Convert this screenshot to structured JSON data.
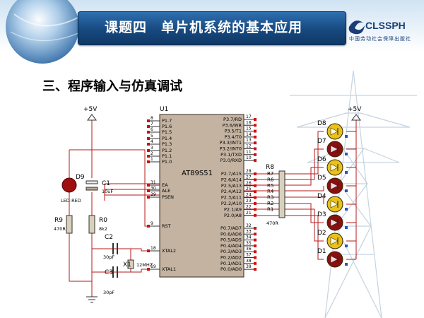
{
  "header": {
    "title": "课题四　单片机系统的基本应用",
    "logo_text": "CLSSPH",
    "logo_subtitle": "中国劳动社会保障出版社"
  },
  "section": {
    "heading": "三、程序输入与仿真调试"
  },
  "circuit": {
    "vcc_left": "+5V",
    "vcc_right": "+5V",
    "chip": {
      "ref": "U1",
      "part": "AT89S51",
      "left_pins": [
        {
          "num": "8",
          "label": "P1.7"
        },
        {
          "num": "7",
          "label": "P1.6"
        },
        {
          "num": "6",
          "label": "P1.5"
        },
        {
          "num": "5",
          "label": "P1.4"
        },
        {
          "num": "4",
          "label": "P1.3"
        },
        {
          "num": "3",
          "label": "P1.2"
        },
        {
          "num": "2",
          "label": "P1.1"
        },
        {
          "num": "1",
          "label": "P1.0"
        },
        {
          "num": "31",
          "label": "EA"
        },
        {
          "num": "30",
          "label": "ALE"
        },
        {
          "num": "29",
          "label": "PSEN"
        },
        {
          "num": "9",
          "label": "RST"
        },
        {
          "num": "18",
          "label": "XTAL2"
        },
        {
          "num": "19",
          "label": "XTAL1"
        }
      ],
      "right_top_pins": [
        {
          "num": "17",
          "label": "P3.7/RD"
        },
        {
          "num": "16",
          "label": "P3.6/WR"
        },
        {
          "num": "15",
          "label": "P3.5/T1"
        },
        {
          "num": "14",
          "label": "P3.4/T0"
        },
        {
          "num": "13",
          "label": "P3.3/INT1"
        },
        {
          "num": "12",
          "label": "P3.2/INT0"
        },
        {
          "num": "11",
          "label": "P3.1/TXD"
        },
        {
          "num": "10",
          "label": "P3.0/RXD"
        }
      ],
      "right_mid_pins": [
        {
          "num": "28",
          "label": "P2.7/A15"
        },
        {
          "num": "27",
          "label": "P2.6/A14"
        },
        {
          "num": "26",
          "label": "P2.5/A13"
        },
        {
          "num": "25",
          "label": "P2.4/A12"
        },
        {
          "num": "24",
          "label": "P2.3/A11"
        },
        {
          "num": "23",
          "label": "P2.2/A10"
        },
        {
          "num": "22",
          "label": "P2.1/A9"
        },
        {
          "num": "21",
          "label": "P2.0/A8"
        }
      ],
      "right_bot_pins": [
        {
          "num": "32",
          "label": "P0.7/AD7"
        },
        {
          "num": "33",
          "label": "P0.6/AD6"
        },
        {
          "num": "34",
          "label": "P0.5/AD5"
        },
        {
          "num": "35",
          "label": "P0.4/AD4"
        },
        {
          "num": "36",
          "label": "P0.3/AD3"
        },
        {
          "num": "37",
          "label": "P0.2/AD2"
        },
        {
          "num": "38",
          "label": "P0.1/AD1"
        },
        {
          "num": "39",
          "label": "P0.0/AD0"
        }
      ]
    },
    "resnet": {
      "ref": "R8",
      "value": "470R",
      "pins": [
        "R7",
        "R6",
        "R5",
        "R4",
        "R3",
        "R2",
        "R1"
      ]
    },
    "leds": [
      "D8",
      "D7",
      "D6",
      "D5",
      "D4",
      "D3",
      "D2",
      "D1"
    ],
    "led_colors": [
      "#e8c21a",
      "#8b0f0f",
      "#e8c21a",
      "#8b0f0f",
      "#e8c21a",
      "#8b0f0f",
      "#e8c21a",
      "#8b0f0f"
    ],
    "d9": {
      "ref": "D9",
      "type": "LED-RED"
    },
    "c1": {
      "ref": "C1",
      "value": "10uF"
    },
    "r9": {
      "ref": "R9",
      "value": "470R"
    },
    "r0": {
      "ref": "R0",
      "value": "8k2"
    },
    "c2": {
      "ref": "C2",
      "value": "30pF"
    },
    "c3": {
      "ref": "C3",
      "value": "30pF"
    },
    "x1": {
      "ref": "X1",
      "value": "12MHZ"
    },
    "wire_color": "#b51a1a",
    "pin_marker_color": "#cc1111"
  }
}
